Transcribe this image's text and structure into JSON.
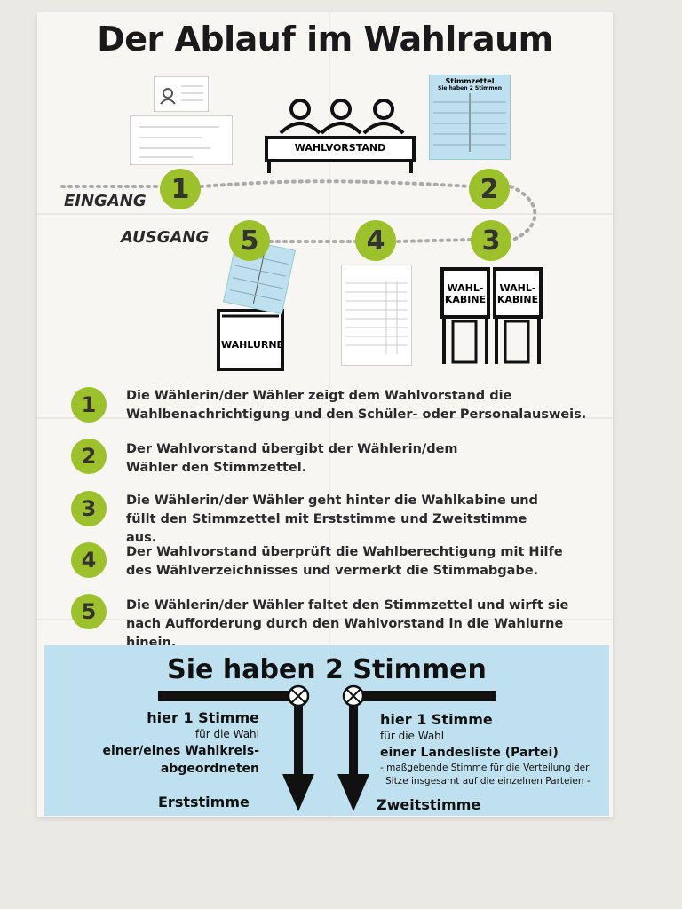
{
  "poster": {
    "title": "Der Ablauf im Wahlraum",
    "labels": {
      "eingang": "EINGANG",
      "ausgang": "AUSGANG",
      "wahlvorstand": "WAHLVORSTAND",
      "wahlkabine_1": "WAHL-",
      "wahlkabine_2": "KABINE",
      "wahlurne": "WAHLURNE",
      "stimmzettel": "Stimmzettel",
      "stimmzettel_sub": "Sie haben 2 Stimmen"
    },
    "numbers": [
      "1",
      "2",
      "3",
      "4",
      "5"
    ],
    "steps": [
      {
        "num": "1",
        "text": "Die Wählerin/der Wähler zeigt dem Wahlvorstand die Wahlbenachrichtigung und den Schüler- oder Personalausweis."
      },
      {
        "num": "2",
        "text": "Der Wahlvorstand übergibt der Wählerin/dem Wähler den Stimmzettel."
      },
      {
        "num": "3",
        "text": "Die Wählerin/der Wähler geht hinter die Wahlkabine und füllt den Stimmzettel mit Erststimme und Zweitstimme aus."
      },
      {
        "num": "4",
        "text": "Der Wahlvorstand überprüft die Wahlberechtigung mit Hilfe des Wählverzeichnisses und vermerkt die Stimmabgabe."
      },
      {
        "num": "5",
        "text": "Die Wählerin/der Wähler faltet den Stimmzettel und wirft sie nach Aufforderung durch den Wahlvorstand in die Wahlurne hinein."
      }
    ],
    "votes": {
      "heading": "Sie haben 2 Stimmen",
      "left": {
        "line1": "hier 1 Stimme",
        "line2": "für die Wahl",
        "line3": "einer/eines Wahlkreis-",
        "line4": "abgeordneten",
        "name": "Erststimme"
      },
      "right": {
        "line1": "hier 1 Stimme",
        "line2": "für die Wahl",
        "line3": "einer Landesliste (Partei)",
        "line4": "- maßgebende Stimme für die Verteilung der",
        "line5": "Sitze insgesamt auf die einzelnen Parteien -",
        "name": "Zweitstimme"
      }
    },
    "colors": {
      "accent_green": "#9dc12a",
      "vote_blue": "#bfe0ee"
    }
  }
}
